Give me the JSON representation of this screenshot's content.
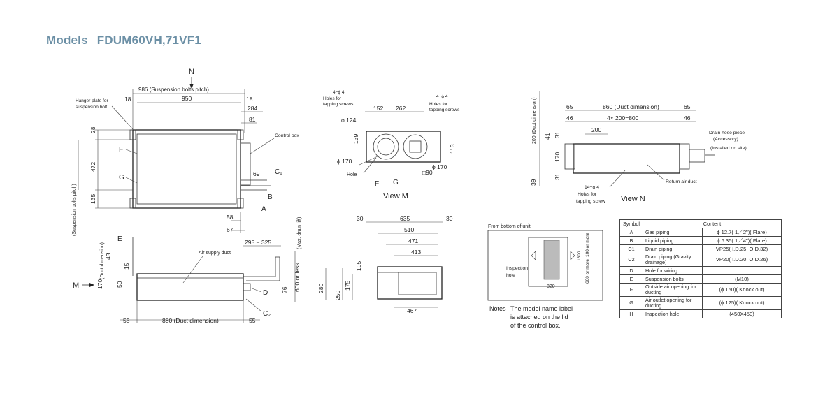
{
  "header": {
    "models_label": "Models",
    "models_value": "FDUM60VH,71VF1"
  },
  "top_view": {
    "view_label_N": "N",
    "dims": {
      "d986": "986 (Suspension bolts pitch)",
      "d950": "950",
      "d18a": "18",
      "d18b": "18",
      "d284": "284",
      "d81": "81",
      "d28": "28",
      "d472": "472",
      "d135": "135",
      "d69": "69",
      "d58": "58",
      "d67": "67"
    },
    "labels": {
      "hanger": "Hanger plate for",
      "hanger2": "suspension bolt",
      "control_box": "Control box",
      "F": "F",
      "G": "G",
      "C1": "C₁",
      "B": "B",
      "A": "A",
      "bolts_pitch": "(Suspension bolts pitch)"
    }
  },
  "front_view": {
    "dims": {
      "d43": "43",
      "d15": "15",
      "d170": "170",
      "d50": "50",
      "d55a": "55",
      "d880": "880 (Duct dimension)",
      "d55b": "55",
      "d295": "295 − 325",
      "d76": "76",
      "d600": "600 or less",
      "d280": "280"
    },
    "labels": {
      "E": "E",
      "M": "M",
      "duct_dim": "(Duct dimension)",
      "air_supply": "Air supply duct",
      "D": "D",
      "C2": "C₂",
      "max_drain": "(Max. drain lift)"
    }
  },
  "view_m": {
    "title": "View M",
    "dims": {
      "d152": "152",
      "d262": "262",
      "d124": "ϕ 124",
      "d139": "139",
      "d170a": "ϕ 170",
      "d113": "113",
      "d90": "□90",
      "d170b": "ϕ 170"
    },
    "labels": {
      "holes_l1": "4−ϕ 4",
      "holes_l2": "Holes for",
      "holes_l3": "tapping screws",
      "holes_r1": "4−ϕ 4",
      "holes_r2": "Holes for",
      "holes_r3": "tapping screws",
      "hole": "Hole",
      "F": "F",
      "G": "G"
    }
  },
  "side_view": {
    "dims": {
      "d30a": "30",
      "d635": "635",
      "d30b": "30",
      "d510": "510",
      "d471": "471",
      "d413": "413",
      "d105": "105",
      "d175": "175",
      "d250": "250",
      "d467": "467"
    }
  },
  "view_n": {
    "title": "View N",
    "dims": {
      "d65a": "65",
      "d860": "860 (Duct dimension)",
      "d65b": "65",
      "d46a": "46",
      "d4x200": "4× 200=800",
      "d46b": "46",
      "d200": "200",
      "d41": "41",
      "d31a": "31",
      "d170": "170",
      "d31b": "31",
      "d39": "39",
      "d200dd": "200 (Duct dimension)"
    },
    "labels": {
      "drain1": "Drain hose piece",
      "drain2": "(Accessory)",
      "drain3": "(Installed on site)",
      "return": "Return air duct",
      "holes1": "14−ϕ 4",
      "holes2": "Holes for",
      "holes3": "tapping screw"
    }
  },
  "inspection": {
    "title": "From bottom of unit",
    "labels": {
      "insp1": "Inspection",
      "insp2": "hole",
      "d820": "820",
      "d100": "100 or more",
      "d1300": "1300",
      "d600": "600 or more"
    }
  },
  "notes": {
    "label": "Notes",
    "line1": "The model name label",
    "line2": "is attached on the lid",
    "line3": "of the control box."
  },
  "table": {
    "headers": [
      "Symbol",
      "Content"
    ],
    "rows": [
      {
        "sym": "A",
        "item": "Gas piping",
        "val": "ϕ 12.7( 1／2\")( Flare)"
      },
      {
        "sym": "B",
        "item": "Liquid piping",
        "val": "ϕ 6.35( 1／4\")( Flare)"
      },
      {
        "sym": "C1",
        "item": "Drain piping",
        "val": "VP25( I.D.25, O.D.32)"
      },
      {
        "sym": "C2",
        "item": "Drain piping (Gravity drainage)",
        "val": "VP20( I.D.20, O.D.26)"
      },
      {
        "sym": "D",
        "item": "Hole for wiring",
        "val": ""
      },
      {
        "sym": "E",
        "item": "Suspension bolts",
        "val": "(M10)"
      },
      {
        "sym": "F",
        "item": "Outside air opening for ducting",
        "val": "(ϕ 150)( Knock out)"
      },
      {
        "sym": "G",
        "item": "Air outlet opening for ducting",
        "val": "(ϕ 125)( Knock out)"
      },
      {
        "sym": "H",
        "item": "Inspection hole",
        "val": "(450X450)"
      }
    ]
  },
  "colors": {
    "title": "#6b8fa5",
    "line": "#333333"
  }
}
